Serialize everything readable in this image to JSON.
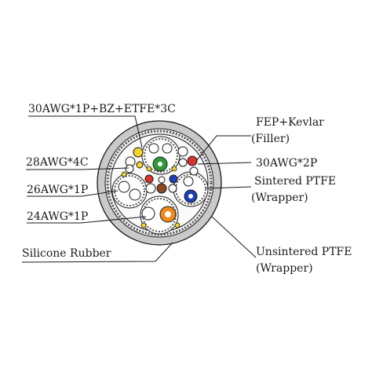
{
  "labels": {
    "l1": "30AWG*1P+BZ+ETFE*3C",
    "l2": "28AWG*4C",
    "l3": "26AWG*1P",
    "l4": "24AWG*1P",
    "l5": "Silicone Rubber",
    "r1a": "FEP+Kevlar",
    "r1b": "(Filler)",
    "r2": "30AWG*2P",
    "r3a": "Sintered PTFE",
    "r3b": "(Wrapper)",
    "r4a": "Unsintered PTFE",
    "r4b": "(Wrapper)"
  },
  "colors": {
    "jacket": "#c8c8c8",
    "line": "#1a1a1a",
    "green": "#2f9a3a",
    "red": "#d9332b",
    "orange": "#f08a1c",
    "blue": "#1d3fb8",
    "yellow": "#f2d22e",
    "brown": "#8a4a22",
    "gray": "#9a9a9a"
  }
}
